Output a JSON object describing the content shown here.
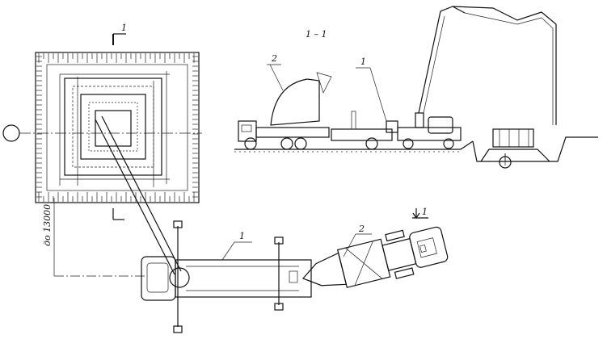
{
  "drawing": {
    "section_mark_top": "1",
    "section_title": "1 – 1",
    "elevation_label_mixer": "2",
    "elevation_label_pump": "1",
    "plan_label_pump": "1",
    "plan_label_mixer": "2",
    "section_mark_bottom": "1",
    "dimension_text": "до 13000"
  }
}
